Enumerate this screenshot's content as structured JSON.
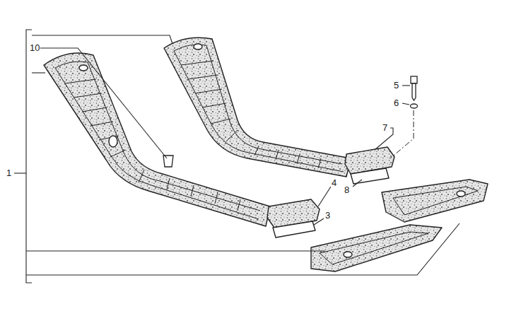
{
  "diagram": {
    "labels": [
      "10",
      "1",
      "5",
      "6",
      "7",
      "8",
      "4",
      "3"
    ]
  }
}
